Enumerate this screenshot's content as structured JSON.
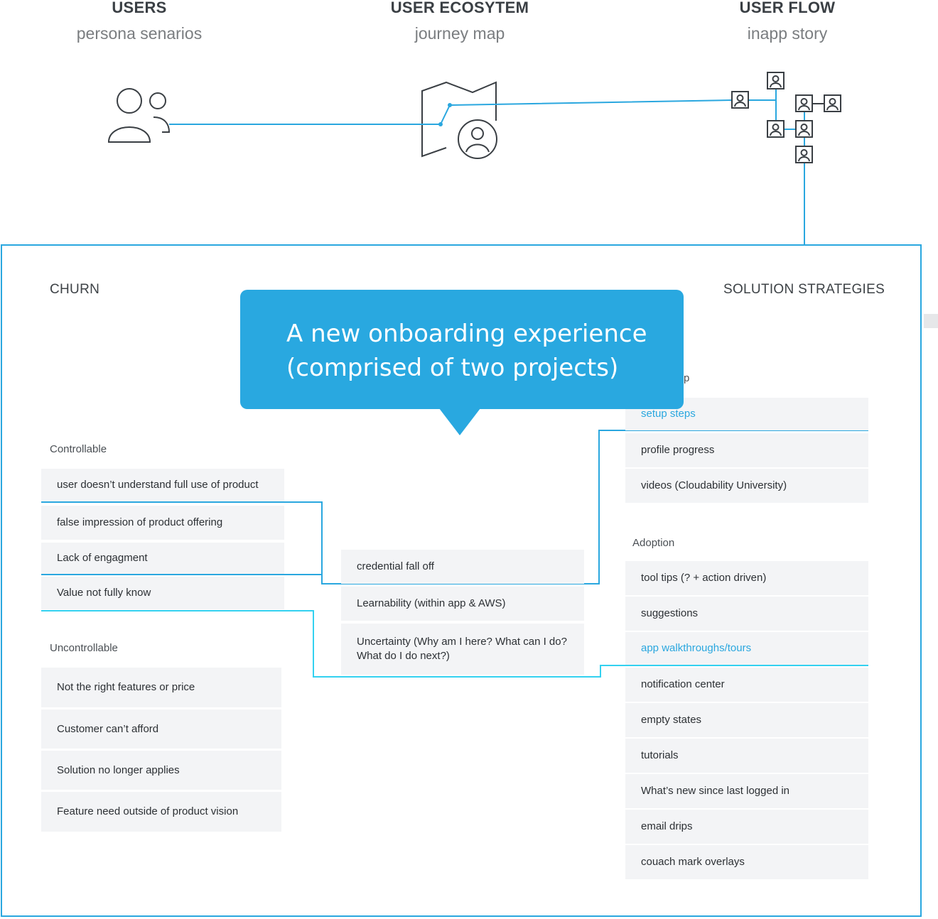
{
  "header": [
    {
      "title": "USERS",
      "subtitle": "persona senarios"
    },
    {
      "title": "USER ECOSYTEM",
      "subtitle": "journey map"
    },
    {
      "title": "USER FLOW",
      "subtitle": "inapp story"
    }
  ],
  "icons": [
    "users-group-icon",
    "journey-map-icon",
    "user-flow-icon"
  ],
  "colors": {
    "accent": "#2aa7df",
    "accent_light": "#33d1f0",
    "box_bg": "#f3f4f6"
  },
  "churn": {
    "title": "CHURN",
    "controllable_label": "Controllable",
    "controllable": [
      "user doesn’t understand full use of product",
      "false impression of product offering",
      "Lack of engagment",
      "Value not fully know"
    ],
    "uncontrollable_label": "Uncontrollable",
    "uncontrollable": [
      "Not the right features or price",
      "Customer can’t afford",
      "Solution no longer applies",
      "Feature need outside of product vision"
    ]
  },
  "middle": [
    "credential fall off",
    "Learnability (within app & AWS)",
    "Uncertainty (Why am I here? What can I do? What do I do next?)"
  ],
  "callout": {
    "text": "A new onboarding experience (comprised of two projects)"
  },
  "solutions": {
    "title": "SOLUTION STRATEGIES",
    "setup_label_fragment": "p",
    "setup": [
      "setup steps",
      "profile progress",
      "videos (Cloudability University)"
    ],
    "adoption_label": "Adoption",
    "adoption": [
      "tool tips (? + action driven)",
      "suggestions",
      "app walkthroughs/tours",
      "notification center",
      "empty states",
      "tutorials",
      "What’s new since last logged in",
      "email drips",
      "couach mark overlays"
    ]
  }
}
